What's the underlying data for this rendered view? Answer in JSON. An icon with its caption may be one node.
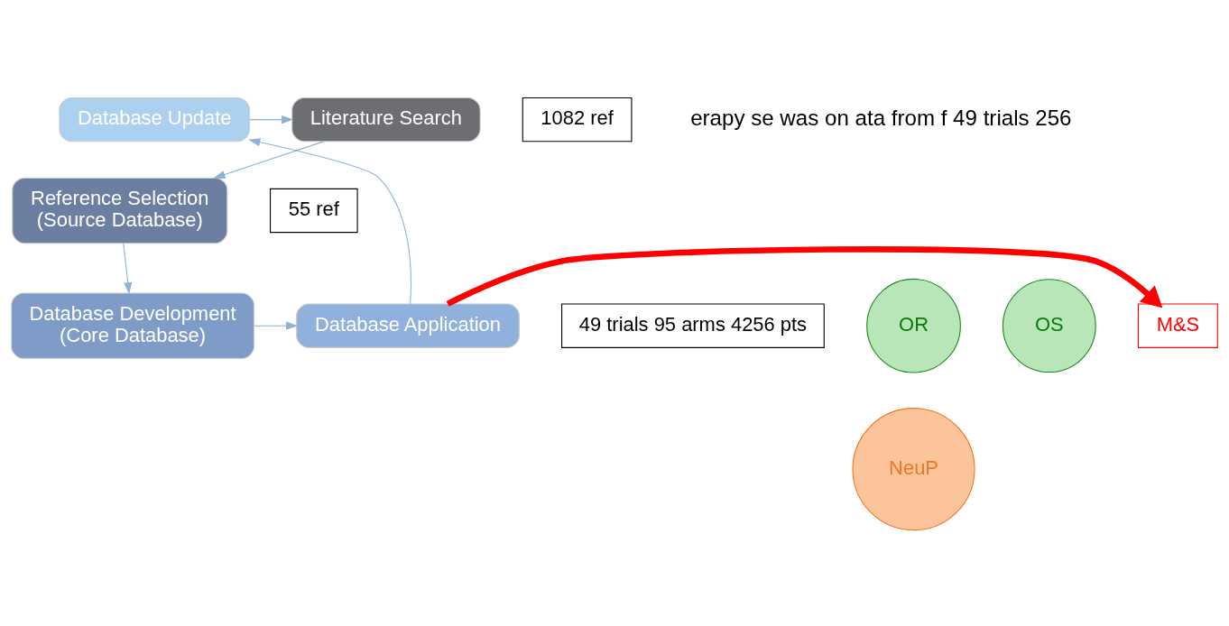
{
  "diagram": {
    "nodes": [
      {
        "text": [
          "Literature Search"
        ]
      },
      {
        "text": [
          "Reference Selection",
          "(Source Database)"
        ]
      },
      {
        "text": [
          "Database Development",
          "(Core Database)"
        ]
      },
      {
        "text": [
          "Database Application"
        ]
      },
      {
        "text": [
          "Database Update"
        ]
      },
      {
        "text": [
          "M&S"
        ]
      },
      {
        "text": [
          "OR"
        ]
      },
      {
        "text": [
          "OS"
        ]
      },
      {
        "text": [
          "NeuP"
        ]
      },
      {
        "text": [
          "1082 ref"
        ]
      },
      {
        "text": [
          "55 ref"
        ]
      },
      {
        "text": [
          "49 trials 95 arms 4256 pts"
        ]
      }
    ],
    "edges": [
      {
        "from": 0,
        "to": 1,
        "arrow": "to"
      },
      {
        "from": 1,
        "to": 2,
        "arrow": "to"
      },
      {
        "from": 2,
        "to": 3,
        "arrow": "to"
      },
      {
        "from": 3,
        "to": 4,
        "arrow": "to"
      },
      {
        "from": 4,
        "to": 0,
        "arrow": "to"
      },
      {
        "from": 3,
        "to": 5,
        "arrow": "to",
        "style": "thick",
        "color": "#ff0000"
      }
    ],
    "labels": [
      "erapy se was on ata from f 49 trials 256"
    ]
  }
}
